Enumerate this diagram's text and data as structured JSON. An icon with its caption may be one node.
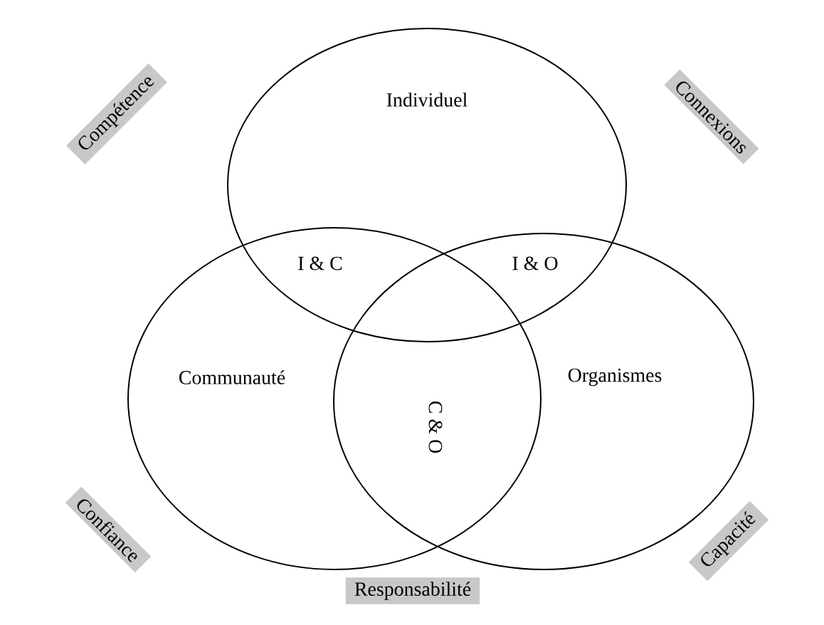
{
  "diagram": {
    "nodes": [
      {
        "text": [
          "Individuel"
        ]
      },
      {
        "text": [
          "Communauté"
        ]
      },
      {
        "text": [
          "Organismes"
        ]
      },
      {
        "text": [
          "Compétence"
        ]
      },
      {
        "text": [
          "Connexions"
        ]
      },
      {
        "text": [
          "Confiance"
        ]
      },
      {
        "text": [
          "Capacité"
        ]
      },
      {
        "text": [
          "Responsabilité"
        ]
      }
    ],
    "labels": [
      "I & C",
      "I & O",
      "C & O"
    ]
  }
}
